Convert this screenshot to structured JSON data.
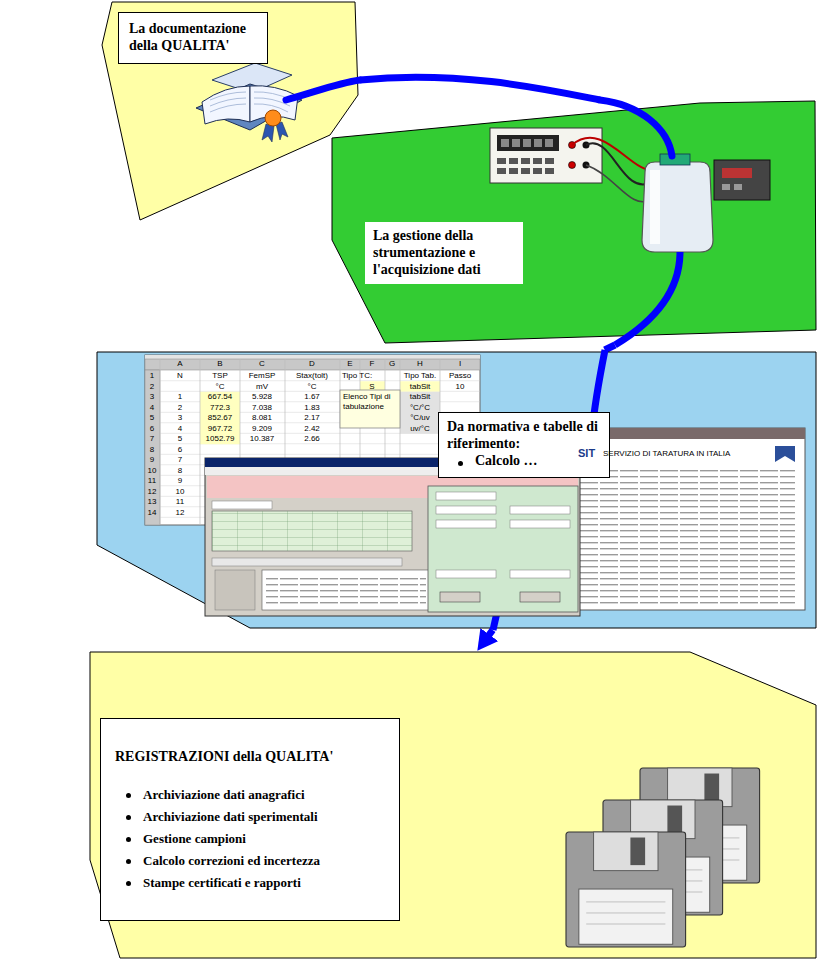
{
  "diagram": {
    "nodes": [
      {
        "text": [
          "La documentazione della QUALITA'"
        ]
      },
      {
        "text": [
          "La gestione della strumentazione e l'acquisizione dati"
        ]
      },
      {
        "text": [
          "Da normativa e tabelle di riferimento:",
          "Calcolo …"
        ]
      },
      {
        "text": [
          "REGISTRAZIONI della QUALITA'",
          "Archiviazione dati anagrafici",
          "Archiviazione dati sperimentali",
          "Gestione campioni",
          "Calcolo correzioni ed incertezza",
          "Stampe certificati e rapporti"
        ]
      }
    ],
    "edges": [
      {
        "from": 0,
        "to": 1,
        "arrow": "none"
      },
      {
        "from": 1,
        "to": 2,
        "arrow": "none"
      },
      {
        "from": 2,
        "to": 3,
        "arrow": "to"
      }
    ],
    "labels": [
      "A",
      "B",
      "C",
      "D",
      "E",
      "F",
      "G",
      "H",
      "I",
      "1",
      "2",
      "3",
      "4",
      "5",
      "6",
      "7",
      "8",
      "9",
      "10",
      "11",
      "12",
      "13",
      "14",
      "N",
      "TSP",
      "FemSP",
      "Stax(tolt)",
      "Tipo TC:",
      "Tipo Tab.",
      "Passo",
      "°C",
      "mV",
      "°C",
      "S",
      "tabSit",
      "10",
      "1",
      "2",
      "3",
      "4",
      "5",
      "6",
      "7",
      "8",
      "9",
      "10",
      "11",
      "12",
      "667.54",
      "772.3",
      "852.67",
      "967.72",
      "1052.79",
      "5.928",
      "7.038",
      "8.081",
      "9.209",
      "10.387",
      "1.67",
      "1.83",
      "2.17",
      "2.42",
      "2.66",
      "Elenco Tipi di tabulazione",
      "tabSit",
      "°C/°C",
      "°C/uv",
      "uv/°C",
      "SIT",
      "SERVIZIO DI TARATURA IN ITALIA"
    ]
  }
}
